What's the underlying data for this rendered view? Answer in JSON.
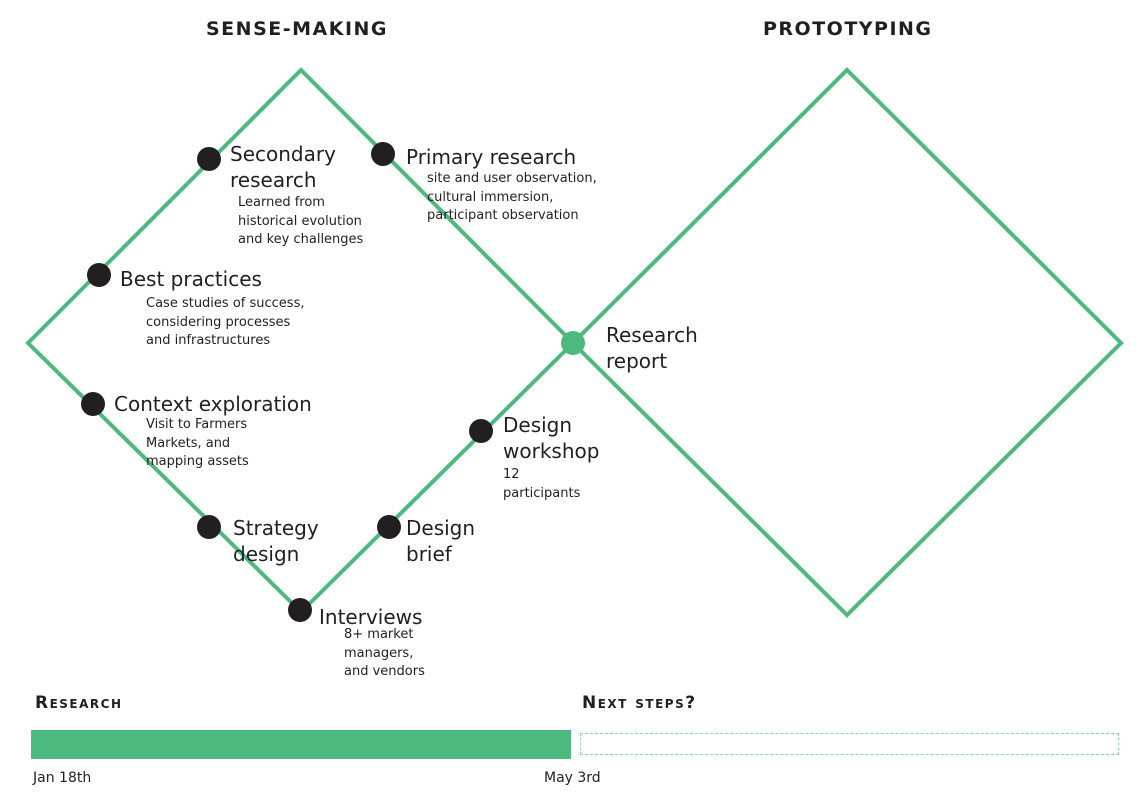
{
  "colors": {
    "accent": "#4cb97f",
    "node": "#231f20"
  },
  "phases": {
    "sense_making": "SENSE-MAKING",
    "prototyping": "PROTOTYPING"
  },
  "nodes": {
    "secondary_research": {
      "title_lines": [
        "Secondary",
        "research"
      ],
      "note_lines": [
        "Learned from",
        "historical evolution",
        "and key challenges"
      ]
    },
    "primary_research": {
      "title": "Primary research",
      "note_lines": [
        "site and user observation,",
        "cultural immersion,",
        "participant observation"
      ]
    },
    "best_practices": {
      "title": "Best practices",
      "note_lines": [
        "Case studies of success,",
        "considering processes",
        "and infrastructures"
      ]
    },
    "context_exploration": {
      "title": "Context exploration",
      "note_lines": [
        "Visit to Farmers",
        "Markets, and",
        "mapping assets"
      ]
    },
    "strategy_design": {
      "title_lines": [
        "Strategy",
        "design"
      ]
    },
    "design_brief": {
      "title_lines": [
        "Design",
        "brief"
      ]
    },
    "design_workshop": {
      "title_lines": [
        "Design",
        "workshop"
      ],
      "note_lines": [
        "12",
        "participants"
      ]
    },
    "interviews": {
      "title": "Interviews",
      "note_lines": [
        "8+ market",
        "managers,",
        "and vendors"
      ]
    },
    "research_report": {
      "title_lines": [
        "Research",
        "report"
      ]
    }
  },
  "timeline": {
    "research_label": "Research",
    "next_steps_label": "Next steps?",
    "start_date": "Jan 18th",
    "end_date": "May 3rd"
  }
}
